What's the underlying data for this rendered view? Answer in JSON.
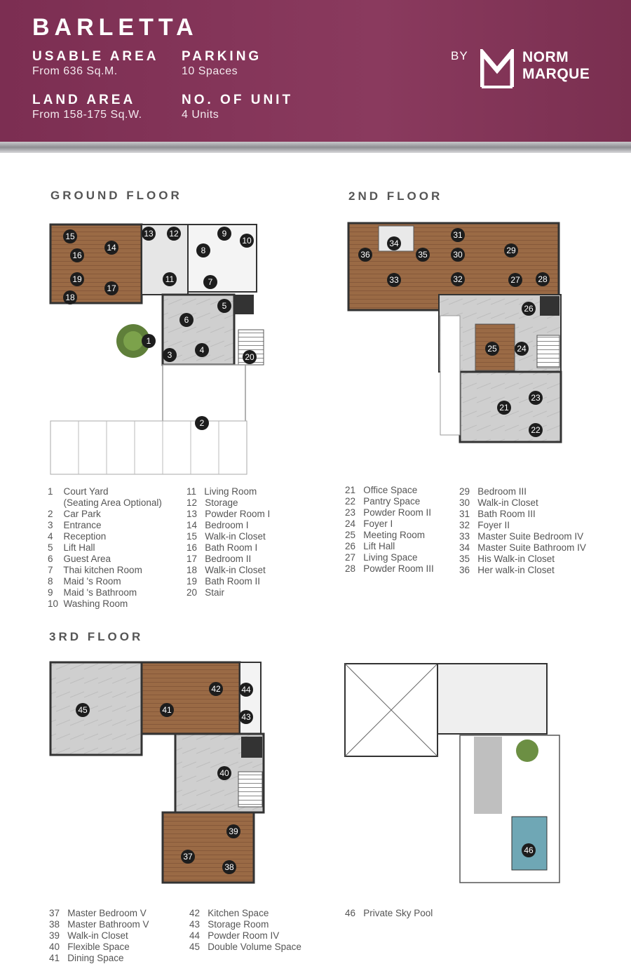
{
  "header": {
    "title": "BARLETTA",
    "usable_area_label": "USABLE AREA",
    "usable_area_value": "From 636 Sq.M.",
    "parking_label": "PARKING",
    "parking_value": "10 Spaces",
    "land_area_label": "LAND AREA",
    "land_area_value": "From 158-175 Sq.W.",
    "units_label": "NO. OF UNIT",
    "units_value": "4 Units",
    "by": "BY",
    "brand_line1": "NORM",
    "brand_line2": "MARQUE"
  },
  "floors": {
    "ground": "GROUND FLOOR",
    "second": "2ND FLOOR",
    "third": "3RD FLOOR"
  },
  "legend_ground_a": [
    "1    Court Yard",
    "      (Seating Area Optional)",
    "2    Car Park",
    "3    Entrance",
    "4    Reception",
    "5    Lift Hall",
    "6    Guest Area",
    "7    Thai kitchen Room",
    "8    Maid 's Room",
    "9    Maid 's Bathroom",
    "10  Washing Room"
  ],
  "legend_ground_b": [
    "11   Living Room",
    "12   Storage",
    "13   Powder Room I",
    "14   Bedroom I",
    "15   Walk-in Closet",
    "16   Bath Room I",
    "17   Bedroom II",
    "18   Walk-in Closet",
    "19   Bath Room II",
    "20   Stair"
  ],
  "legend_second_a": [
    "21   Office Space",
    "22   Pantry Space",
    "23   Powder Room II",
    "24   Foyer I",
    "25   Meeting Room",
    "26   Lift Hall",
    "27   Living Space",
    "28   Powder Room III"
  ],
  "legend_second_b": [
    "29   Bedroom III",
    "30   Walk-in Closet",
    "31   Bath Room III",
    "32   Foyer II",
    "33   Master Suite Bedroom IV",
    "34   Master Suite Bathroom IV",
    "35   His Walk-in Closet",
    "36   Her walk-in Closet"
  ],
  "legend_third_a": [
    "37   Master Bedroom V",
    "38   Master Bathroom V",
    "39   Walk-in Closet",
    "40   Flexible Space",
    "41   Dining Space"
  ],
  "legend_third_b": [
    "42   Kitchen Space",
    "43   Storage Room",
    "44   Powder Room IV",
    "45   Double Volume Space"
  ],
  "legend_roof": [
    "46   Private Sky Pool"
  ],
  "badges": [
    "1",
    "2",
    "3",
    "4",
    "5",
    "6",
    "7",
    "8",
    "9",
    "10",
    "11",
    "12",
    "13",
    "14",
    "15",
    "16",
    "17",
    "18",
    "19",
    "20",
    "21",
    "22",
    "23",
    "24",
    "25",
    "26",
    "27",
    "28",
    "29",
    "30",
    "31",
    "32",
    "33",
    "34",
    "35",
    "36",
    "37",
    "38",
    "39",
    "40",
    "41",
    "42",
    "43",
    "44",
    "45",
    "46"
  ],
  "colors": {
    "header_bg": "#84345a",
    "wood": "#9a6a45",
    "marble": "#c9c9c9",
    "badge": "#1d1d1d"
  }
}
